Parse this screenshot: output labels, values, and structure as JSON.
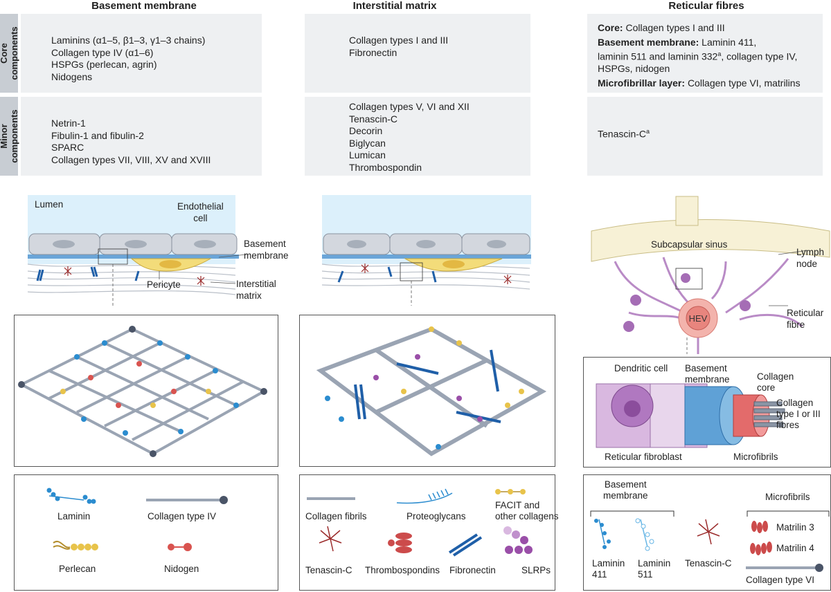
{
  "columns": {
    "basement": "Basement membrane",
    "interstitial": "Interstitial matrix",
    "reticular": "Reticular fibres"
  },
  "rows": {
    "core": "Core components",
    "minor": "Minor components"
  },
  "core": {
    "basement": [
      "Laminins (α1–5, β1–3, γ1–3 chains)",
      "Collagen type IV (α1–6)",
      "HSPGs (perlecan, agrin)",
      "Nidogens"
    ],
    "interstitial": [
      "Collagen types I and III",
      "Fibronectin"
    ],
    "reticular": {
      "core_label": "Core:",
      "core_text": "Collagen types I and III",
      "bm_label": "Basement membrane:",
      "bm_text_1": "Laminin 411,",
      "bm_text_2": "laminin 511 and laminin 332",
      "bm_sup": "a",
      "bm_text_3": ", collagen type IV,",
      "bm_text_4": "HSPGs, nidogen",
      "mf_label": "Microfibrillar layer:",
      "mf_text": "Collagen type VI, matrilins"
    }
  },
  "minor": {
    "basement": [
      "Netrin-1",
      "Fibulin-1 and fibulin-2",
      "SPARC",
      "Collagen types VII, VIII, XV and XVIII"
    ],
    "interstitial": [
      "Collagen types V, VI and XII",
      "Tenascin-C",
      "Decorin",
      "Biglycan",
      "Lumican",
      "Thrombospondin"
    ],
    "reticular_text": "Tenascin-C",
    "reticular_sup": "a"
  },
  "labels": {
    "lumen": "Lumen",
    "endothelial_1": "Endothelial",
    "endothelial_2": "cell",
    "bm_1": "Basement",
    "bm_2": "membrane",
    "pericyte": "Pericyte",
    "im_1": "Interstitial",
    "im_2": "matrix",
    "sinus": "Subcapsular sinus",
    "lymph_1": "Lymph",
    "lymph_2": "node",
    "hev": "HEV",
    "rf_1": "Reticular",
    "rf_2": "fibre",
    "dendritic": "Dendritic cell",
    "fib_bm_1": "Basement",
    "fib_bm_2": "membrane",
    "core_1": "Collagen",
    "core_2": "core",
    "ci_1": "Collagen",
    "ci_2": "type I or III",
    "ci_3": "fibres",
    "ret_fibroblast": "Reticular fibroblast",
    "microfibrils": "Microfibrils"
  },
  "legend": {
    "basement": {
      "laminin": "Laminin",
      "collagen4": "Collagen type IV",
      "perlecan": "Perlecan",
      "nidogen": "Nidogen"
    },
    "interstitial": {
      "fibrils": "Collagen fibrils",
      "proteoglycans": "Proteoglycans",
      "facit_1": "FACIT and",
      "facit_2": "other collagens",
      "tenascin": "Tenascin-C",
      "thrombo": "Thrombospondins",
      "fibronectin": "Fibronectin",
      "slrps": "SLRPs"
    },
    "reticular": {
      "bm_1": "Basement",
      "bm_2": "membrane",
      "microfibrils": "Microfibrils",
      "lam411_1": "Laminin",
      "lam411_2": "411",
      "lam511_1": "Laminin",
      "lam511_2": "511",
      "tenascin": "Tenascin-C",
      "matrilin3": "Matrilin 3",
      "matrilin4": "Matrilin 4",
      "collagen6": "Collagen type VI"
    }
  },
  "colors": {
    "laminin": "#2b8ccf",
    "collagen_node": "#4a5467",
    "nidogen": "#d9534f",
    "perlecan": "#e8c34a",
    "fibronectin": "#1f5fa8",
    "tenascin": "#9b2b2b",
    "slrp": "#9a4fa8",
    "lumen": "#dcf0fb",
    "membrane": "#6aa5d8",
    "pericyte": "#f3dc7a",
    "sinus": "#f7f1d6",
    "reticular": "#b98bc6"
  }
}
